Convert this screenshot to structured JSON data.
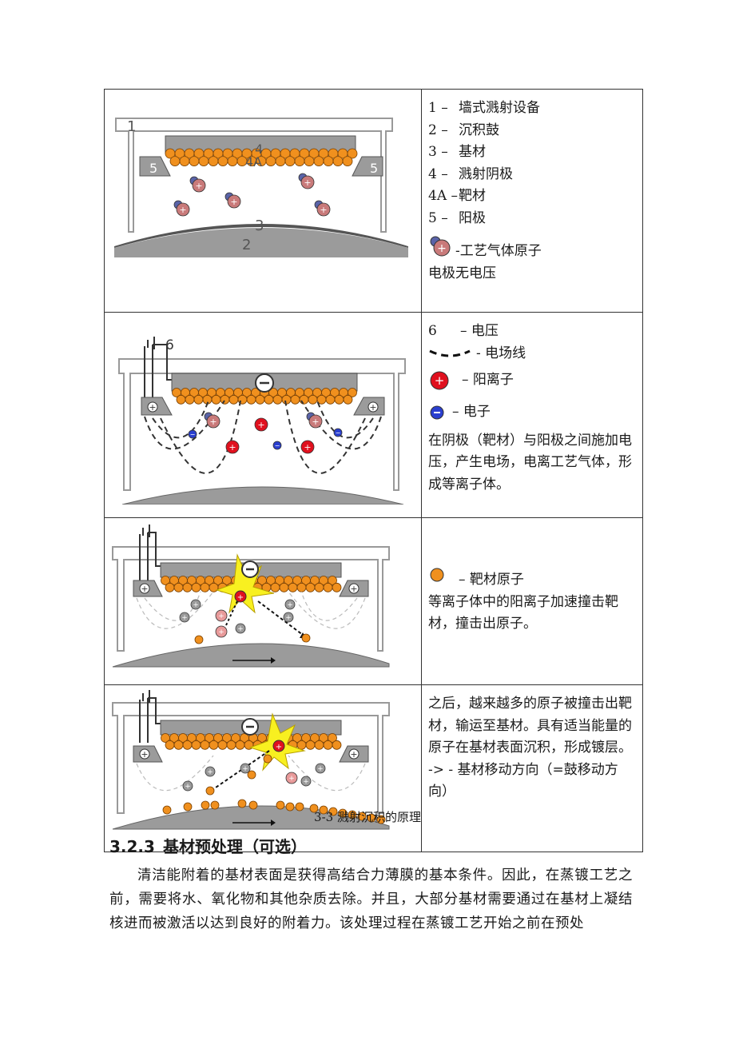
{
  "figure": {
    "row1": {
      "diagram_labels": {
        "chamber": "1",
        "drum": "2",
        "substrate": "3",
        "cathode": "4",
        "target": "4A",
        "anode_left": "5",
        "anode_right": "5"
      },
      "legend": [
        {
          "num": "1 –",
          "text": "墙式溅射设备"
        },
        {
          "num": "2 –",
          "text": "沉积鼓"
        },
        {
          "num": "3 –",
          "text": "基材"
        },
        {
          "num": "4 –",
          "text": "溅射阴极"
        },
        {
          "num": "4A –",
          "text": "靶材"
        },
        {
          "num": "5 –",
          "text": "阳极"
        }
      ],
      "gas_atom_label": "-工艺气体原子",
      "note": "电极无电压"
    },
    "row2": {
      "diagram_label": "6",
      "legend_voltage": {
        "num": "6",
        "text": "– 电压"
      },
      "legend_field_lines": "- 电场线",
      "legend_positive_ion": "– 阳离子",
      "legend_electron": "– 电子",
      "note": "在阴极（靶材）与阳极之间施加电压，产生电场，电离工艺气体，形成等离子体。"
    },
    "row3": {
      "legend_target_atom": "– 靶材原子",
      "note": "等离子体中的阳离子加速撞击靶材，撞击出原子。"
    },
    "row4": {
      "note": "之后，越来越多的原子被撞击出靶材，输运至基材。具有适当能量的原子在基材表面沉积，形成镀层。",
      "direction_note": "-> -  基材移动方向（=鼓移动方向）"
    },
    "caption": "3-3  溅射沉积的原理"
  },
  "section": {
    "number": "3.2.3",
    "title": "基材预处理（可选）",
    "paragraph": "清洁能附着的基材表面是获得高结合力薄膜的基本条件。因此，在蒸镀工艺之前，需要将水、氧化物和其他杂质去除。并且，大部分基材需要通过在基材上凝结核进而被激活以达到良好的附着力。该处理过程在蒸镀工艺开始之前在预处"
  },
  "colors": {
    "target_atom": "#f0901e",
    "positive_ion": "#e0101e",
    "electron": "#2a3fcf",
    "gas_atom": "#c97a7a",
    "cathode": "#9b9b9b",
    "chamber": "#a0a0a0"
  }
}
